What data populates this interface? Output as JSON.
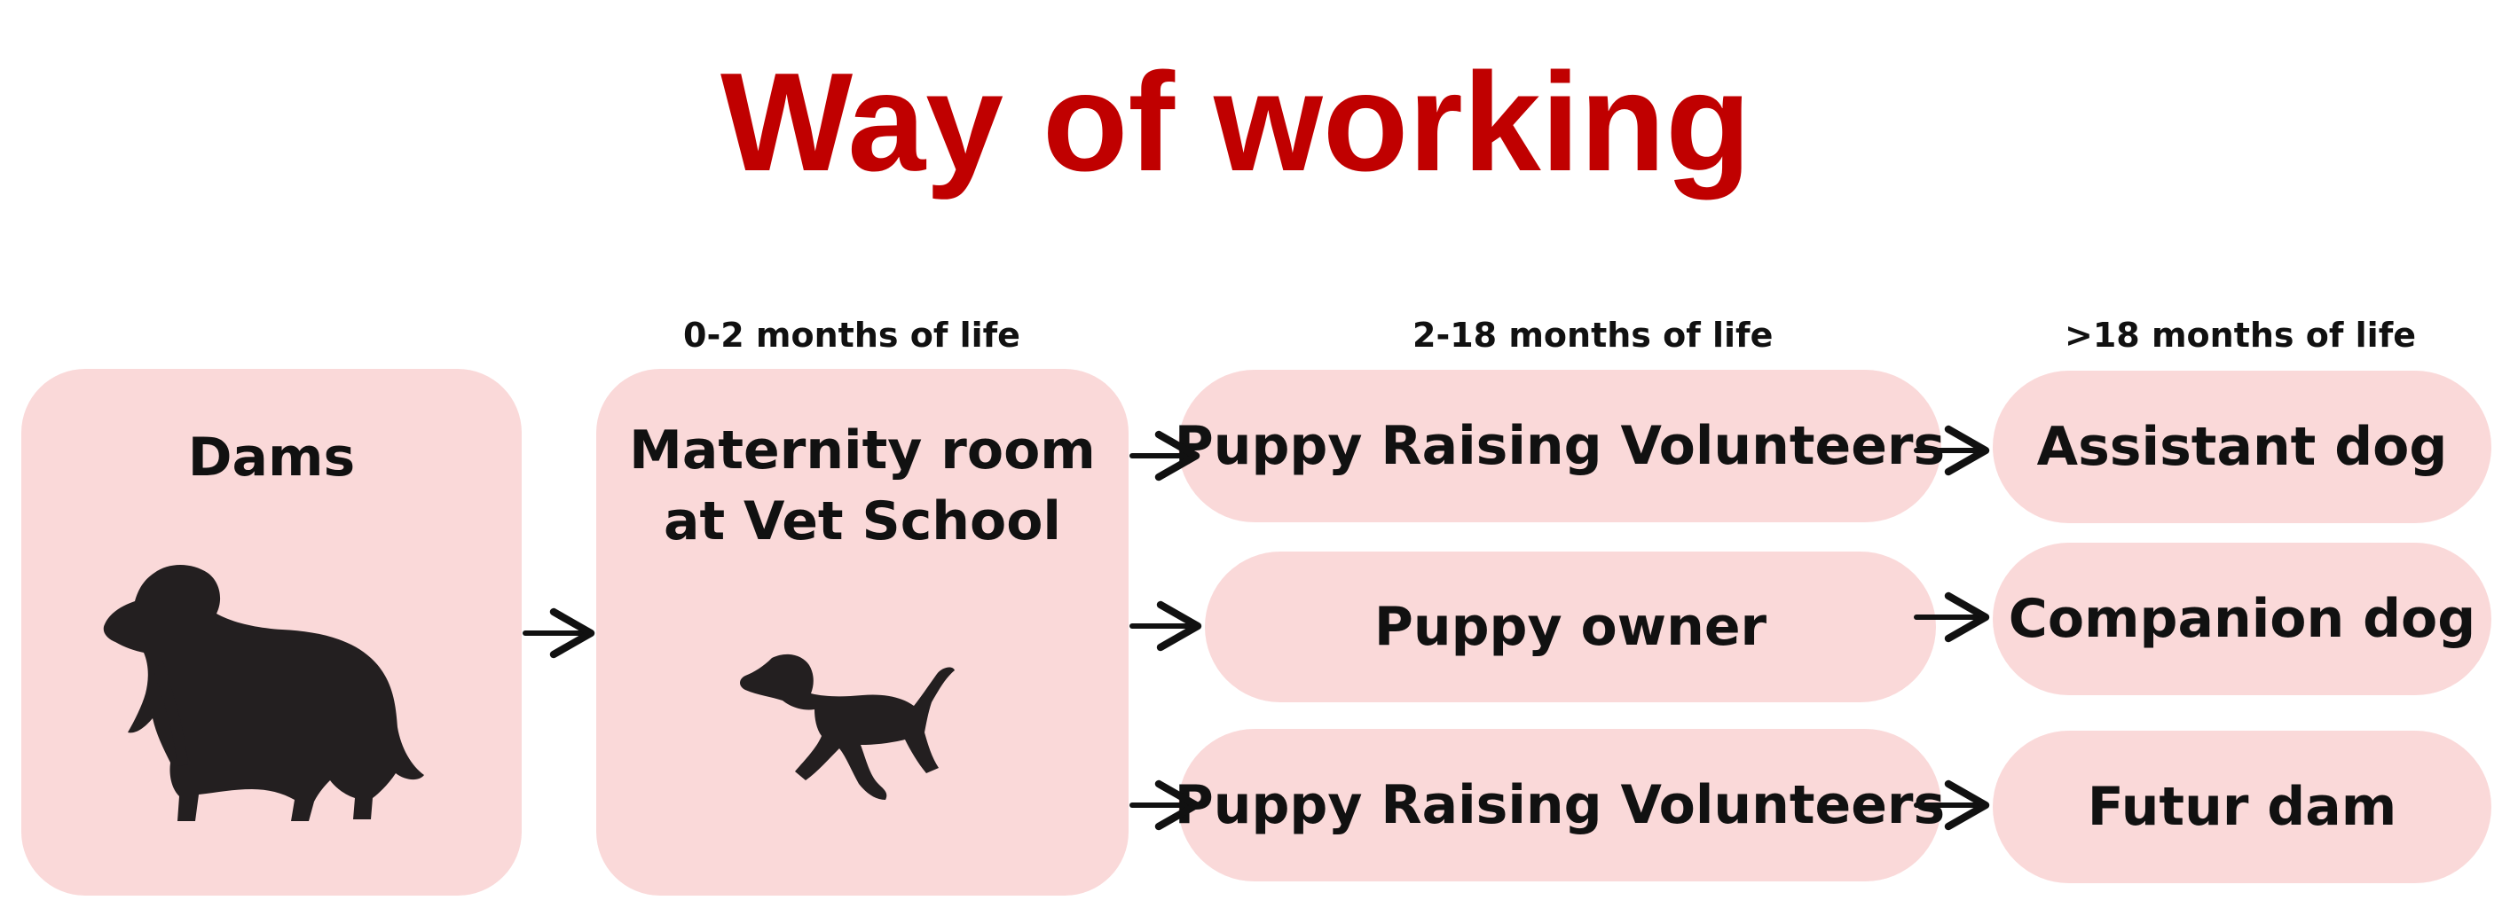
{
  "title": "Way of working",
  "stages": {
    "s1": "0-2 months of life",
    "s2": "2-18 months of life",
    "s3": ">18 months of life"
  },
  "nodes": {
    "dams": "Dams",
    "maternity_line1": "Maternity room",
    "maternity_line2": "at  Vet School",
    "prv_top": "Puppy Raising Volunteers",
    "puppy_owner": "Puppy owner",
    "prv_bottom": "Puppy Raising Volunteers",
    "assistant_dog": "Assistant dog",
    "companion_dog": "Companion dog",
    "futur_dam": "Futur dam"
  },
  "icons": {
    "adult_dog": "adult-dog-silhouette-icon",
    "puppy": "puppy-silhouette-icon"
  },
  "colors": {
    "title": "#c00000",
    "box_fill": "#fad9d9",
    "text": "#111111",
    "arrow": "#111111",
    "silhouette": "#231f20"
  }
}
